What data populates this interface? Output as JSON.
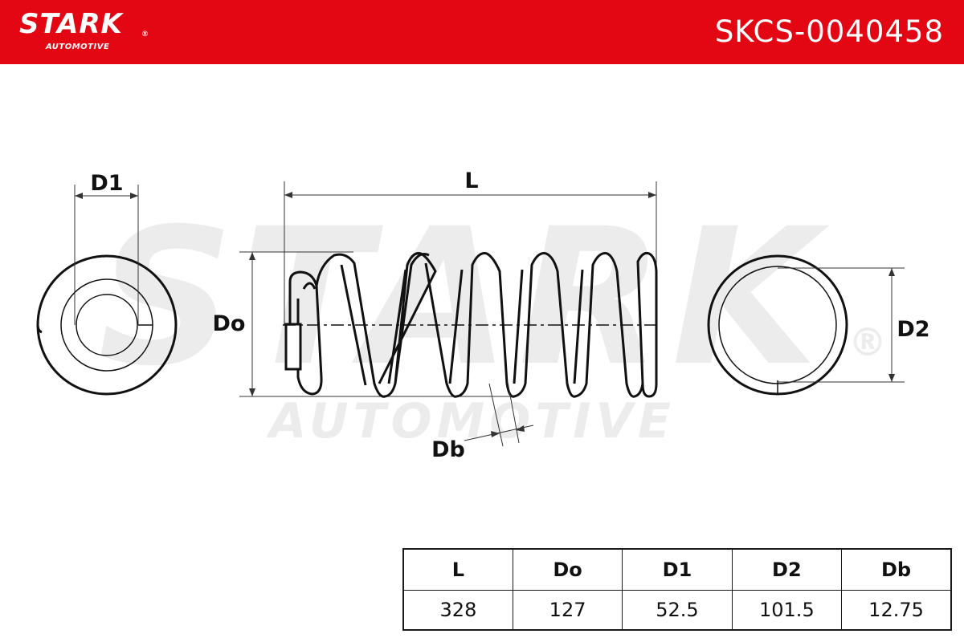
{
  "header": {
    "brand": "STARK",
    "brand_registered": "®",
    "brand_sub": "AUTOMOTIVE",
    "part_number": "SKCS-0040458",
    "color": "#e30613"
  },
  "watermark": {
    "main": "STARK",
    "sub": "AUTOMOTIVE",
    "registered": "®"
  },
  "diagram": {
    "labels": {
      "d1": "D1",
      "l": "L",
      "do": "Do",
      "d2": "D2",
      "db": "Db"
    }
  },
  "specs": {
    "headers": [
      "L",
      "Do",
      "D1",
      "D2",
      "Db"
    ],
    "values": [
      "328",
      "127",
      "52.5",
      "101.5",
      "12.75"
    ]
  }
}
